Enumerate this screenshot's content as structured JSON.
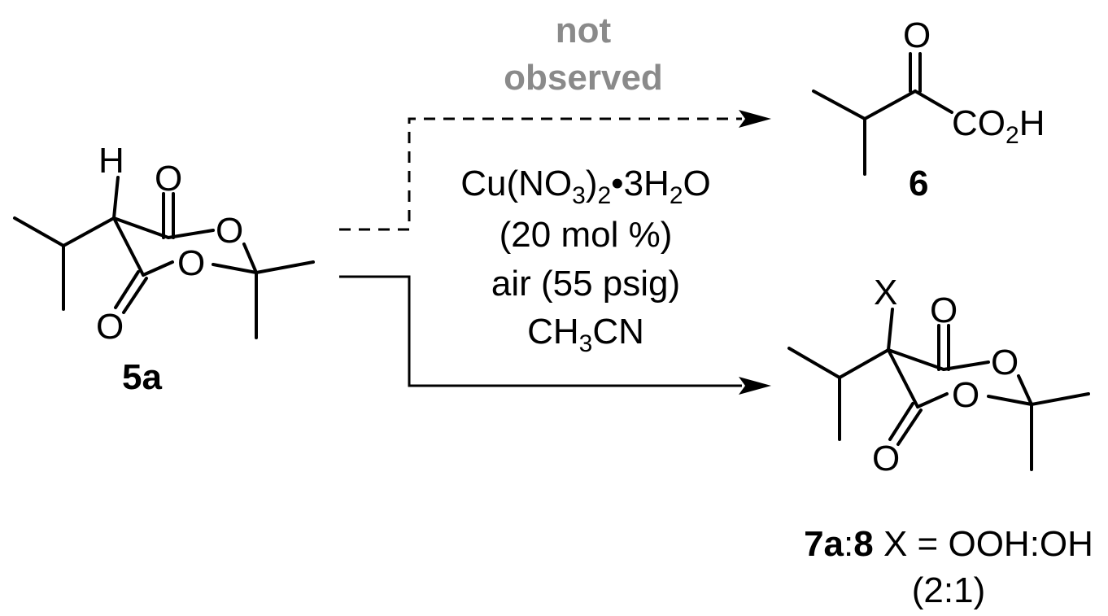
{
  "scheme": {
    "not_observed_line1": "not",
    "not_observed_line2": "observed",
    "conditions": {
      "reagent_cu": "Cu(NO",
      "reagent_sub3": "3",
      "reagent_paren": ")",
      "reagent_sub2": "2",
      "reagent_hydrate": "•3H",
      "reagent_sub_h2": "2",
      "reagent_o": "O",
      "loading": "(20 mol %)",
      "atmosphere": "air (55 psig)",
      "solvent_ch": "CH",
      "solvent_sub3": "3",
      "solvent_cn": "CN"
    },
    "compounds": {
      "start_label": "5a",
      "product6_label": "6",
      "product7_label_bold1": "7a",
      "product7_label_colon": ":",
      "product7_label_bold2": "8",
      "product7_label_rest": " X = OOH:OH",
      "product7_ratio": "(2:1)"
    },
    "atoms": {
      "H": "H",
      "O": "O",
      "X": "X",
      "CO": "CO",
      "co_sub": "2",
      "co_H": "H"
    }
  }
}
